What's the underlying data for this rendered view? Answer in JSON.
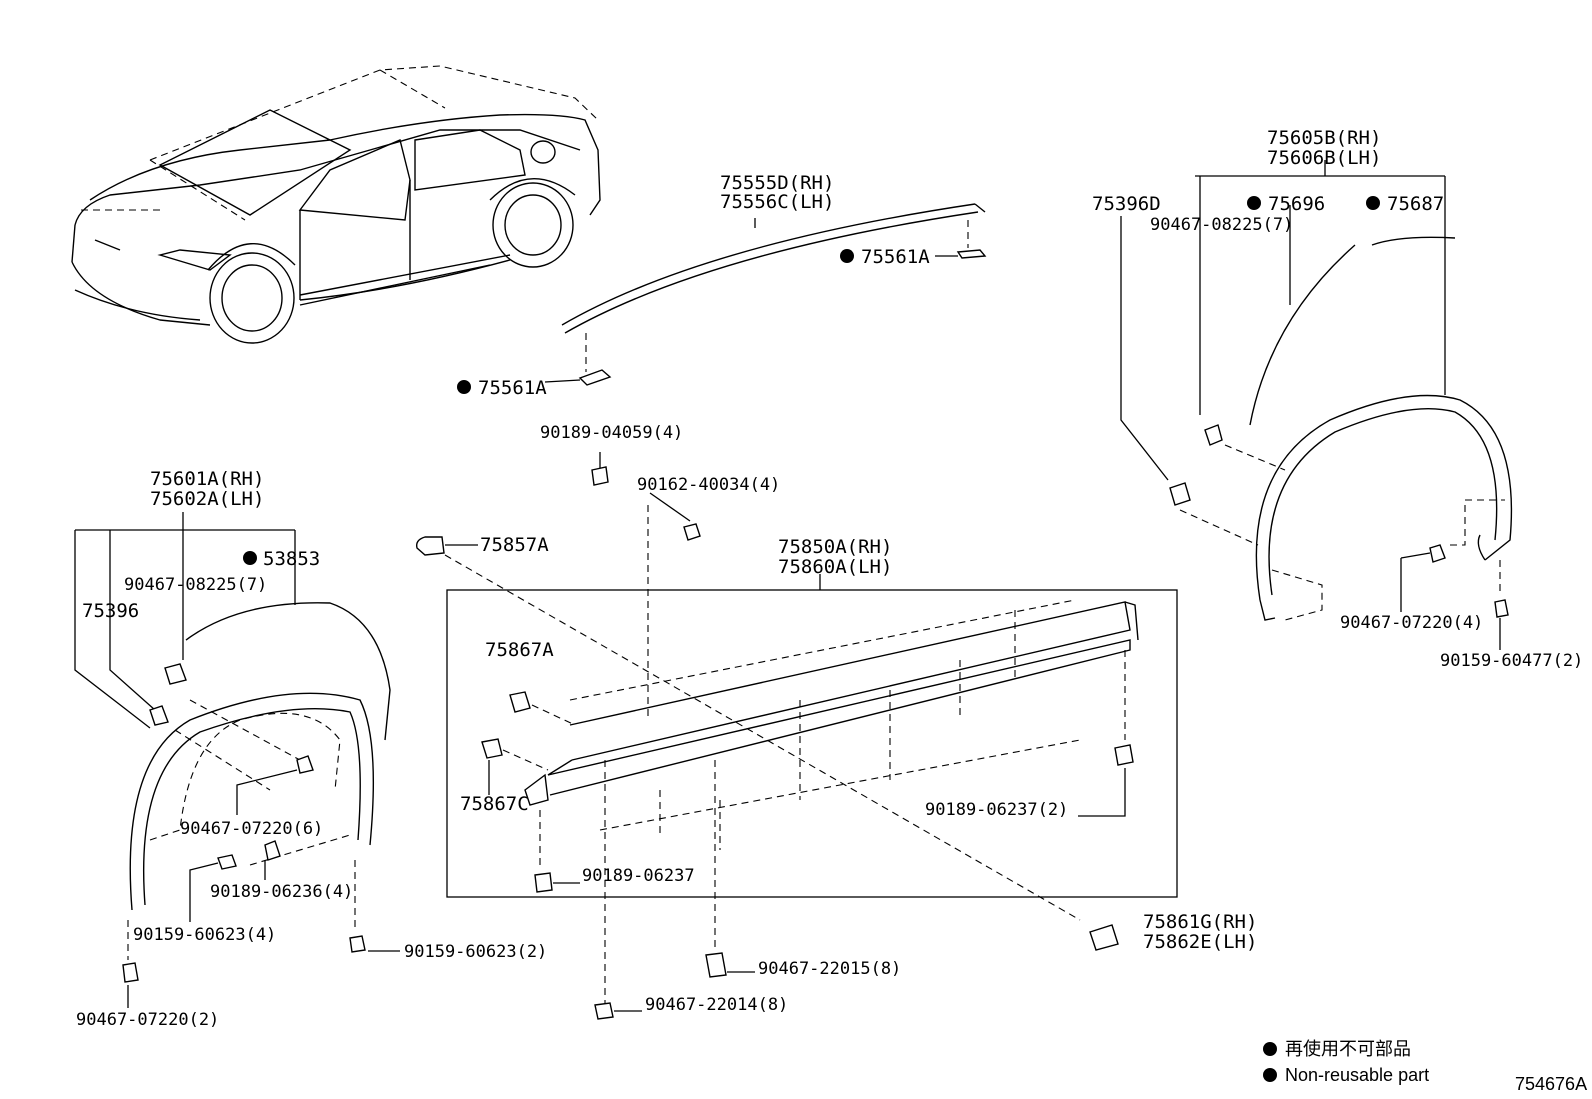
{
  "labels": {
    "roof_rh": "75555D(RH)",
    "roof_lh": "75556C(LH)",
    "roof_clip_right": "75561A",
    "roof_clip_left": "75561A",
    "rear_rh": "75605B(RH)",
    "rear_lh": "75606B(LH)",
    "rear_pad": "75396D",
    "rear_clip_a": "75696",
    "rear_clip_b": "75687",
    "rear_screw": "90467-08225(7)",
    "rear_clip_low": "90467-07220(4)",
    "rear_bolt": "90159-60477(2)",
    "front_rh": "75601A(RH)",
    "front_lh": "75602A(LH)",
    "front_clip": "53853",
    "front_screw": "90467-08225(7)",
    "front_pad": "75396",
    "front_clip_mid": "90467-07220(6)",
    "front_nut": "90189-06236(4)",
    "front_bolt_a": "90159-60623(4)",
    "front_bolt_b": "90159-60623(2)",
    "front_clip_low": "90467-07220(2)",
    "top_nut": "90189-04059(4)",
    "top_screw": "90162-40034(4)",
    "side_cap": "75857A",
    "rocker_rh": "75850A(RH)",
    "rocker_lh": "75860A(LH)",
    "rocker_clip_a": "75867A",
    "rocker_clip_c": "75867C",
    "rocker_nut_right": "90189-06237(2)",
    "rocker_nut_bottom": "90189-06237",
    "rocker_clip_22015": "90467-22015(8)",
    "rocker_clip_22014": "90467-22014(8)",
    "tape_rh": "75861G(RH)",
    "tape_lh": "75862E(LH)"
  },
  "legend": {
    "jp": "再使用不可部品",
    "en": "Non-reusable part"
  },
  "figure_id": "754676A"
}
